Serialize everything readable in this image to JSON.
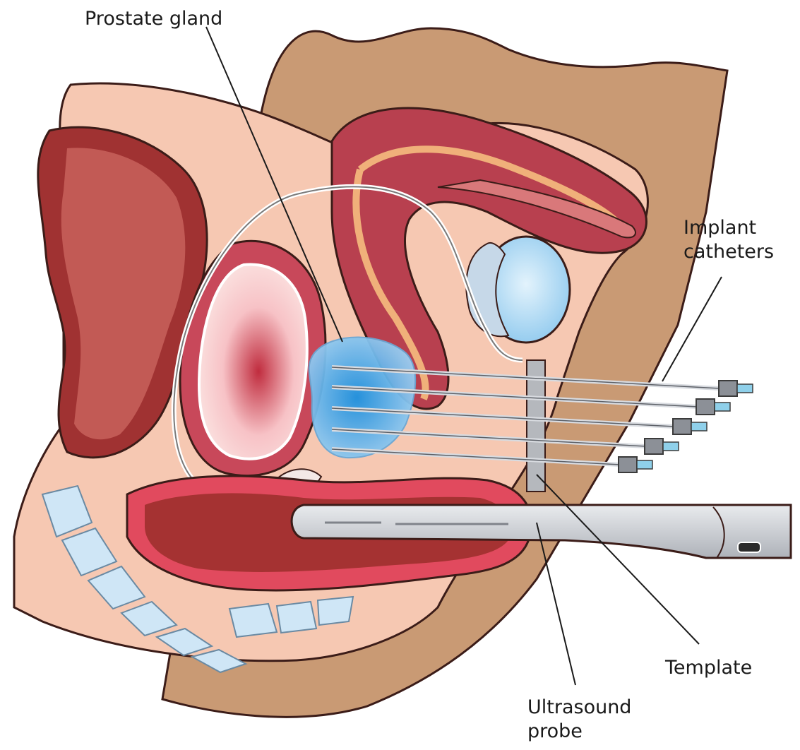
{
  "labels": {
    "prostate_gland": "Prostate gland",
    "implant_catheters_line1": "Implant",
    "implant_catheters_line2": "catheters",
    "template": "Template",
    "ultrasound_probe_line1": "Ultrasound",
    "ultrasound_probe_line2": "probe"
  },
  "colors": {
    "skin_light": "#f6c8b2",
    "skin_dark": "#c99a74",
    "tissue_red": "#c8485a",
    "tissue_dark": "#8e2430",
    "prostate_blue": "#3aa6e6",
    "bone_blue": "#cfe6f6",
    "probe_gray": "#c9ccd2",
    "outline": "#3b1c18"
  },
  "catheter_count": 5
}
